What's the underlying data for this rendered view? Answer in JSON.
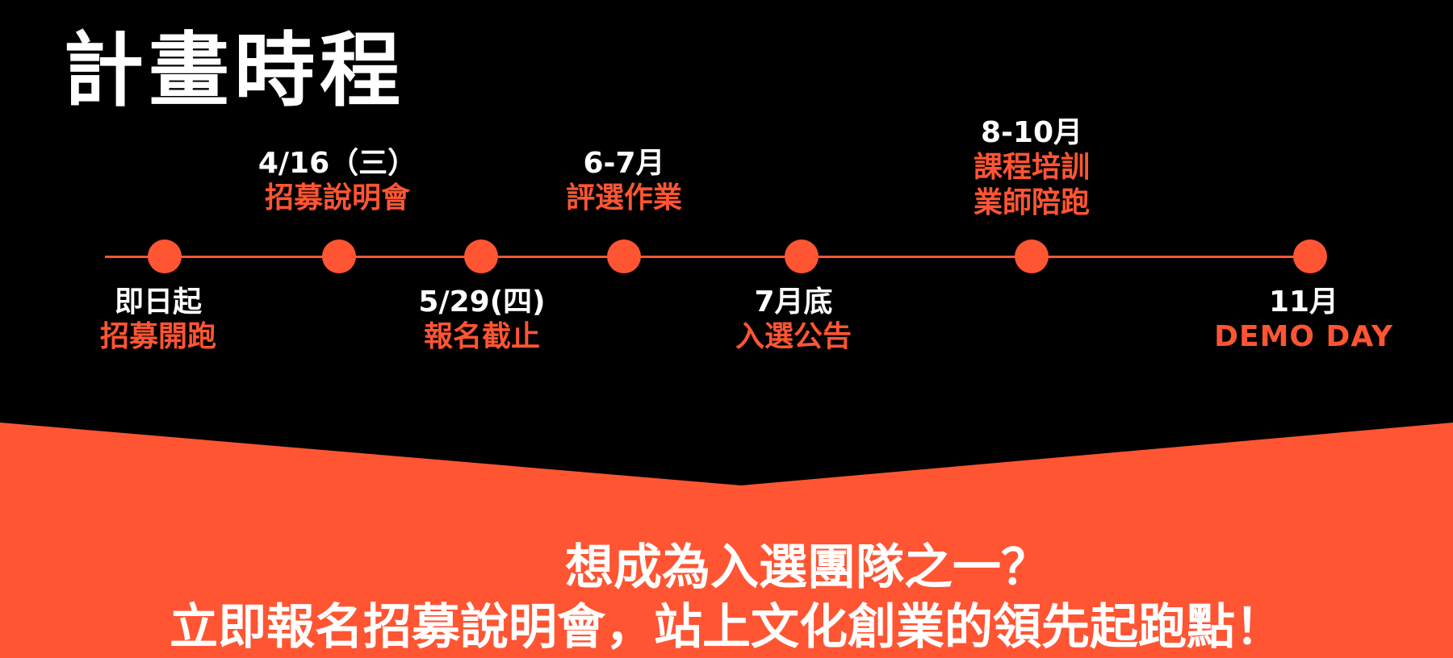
{
  "title": "計畫時程",
  "colors": {
    "background": "#000000",
    "accent": "#ff5533",
    "text": "#ffffff"
  },
  "timeline": {
    "milestones": [
      {
        "when": "即日起",
        "what": "招募開跑"
      },
      {
        "when": "4/16（三）",
        "what": "招募說明會"
      },
      {
        "when": "5/29(四)",
        "what": "報名截止"
      },
      {
        "when": "6-7月",
        "what": "評選作業"
      },
      {
        "when": "7月底",
        "what": "入選公告"
      },
      {
        "when": "8-10月",
        "what": "課程培訓",
        "what2": "業師陪跑"
      },
      {
        "when": "11月",
        "what": "DEMO DAY"
      }
    ]
  },
  "cta": {
    "line1": "想成為入選團隊之一？",
    "line2": "立即報名招募說明會，站上文化創業的領先起跑點！"
  }
}
